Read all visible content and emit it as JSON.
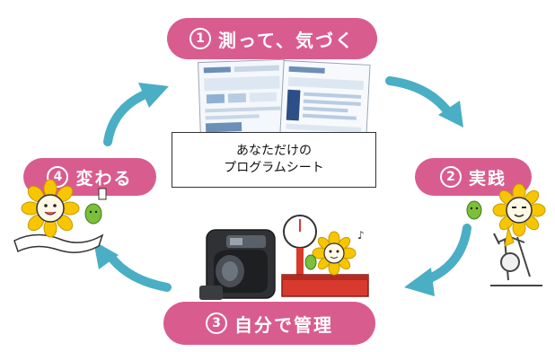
{
  "steps": [
    {
      "number": "1",
      "label": "測って、気づく"
    },
    {
      "number": "2",
      "label": "実践"
    },
    {
      "number": "3",
      "label": "自分で管理"
    },
    {
      "number": "4",
      "label": "変わる"
    }
  ],
  "program_sheet": {
    "line1": "あなただけの",
    "line2": "プログラムシート"
  },
  "colors": {
    "pill": "#d95c8f",
    "arrow": "#4aaec4",
    "sunflower_petal": "#f7c600",
    "leaf": "#7bbf3a",
    "scale": "#d83a2e"
  }
}
